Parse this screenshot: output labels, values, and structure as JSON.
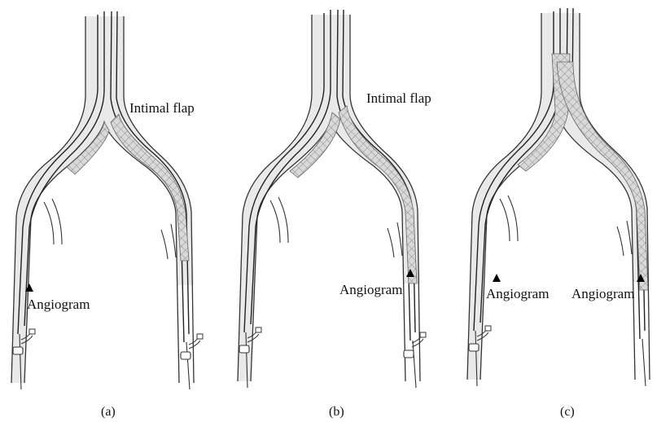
{
  "figure": {
    "panels": [
      {
        "caption": "(a)",
        "labels": {
          "intimal_flap": "Intimal flap",
          "angiogram_left": "Angiogram"
        }
      },
      {
        "caption": "(b)",
        "labels": {
          "intimal_flap": "Intimal flap",
          "angiogram_right": "Angiogram"
        }
      },
      {
        "caption": "(c)",
        "labels": {
          "angiogram_left": "Angiogram",
          "angiogram_right": "Angiogram"
        }
      }
    ],
    "colors": {
      "vessel_fill": "#e6e6e6",
      "outline": "#333333",
      "stent_mesh": "#8a8a8a",
      "marker": "#000000"
    },
    "icons": [
      "angiogram-marker-triangle",
      "sheath-valve-icon",
      "stent-mesh"
    ]
  }
}
